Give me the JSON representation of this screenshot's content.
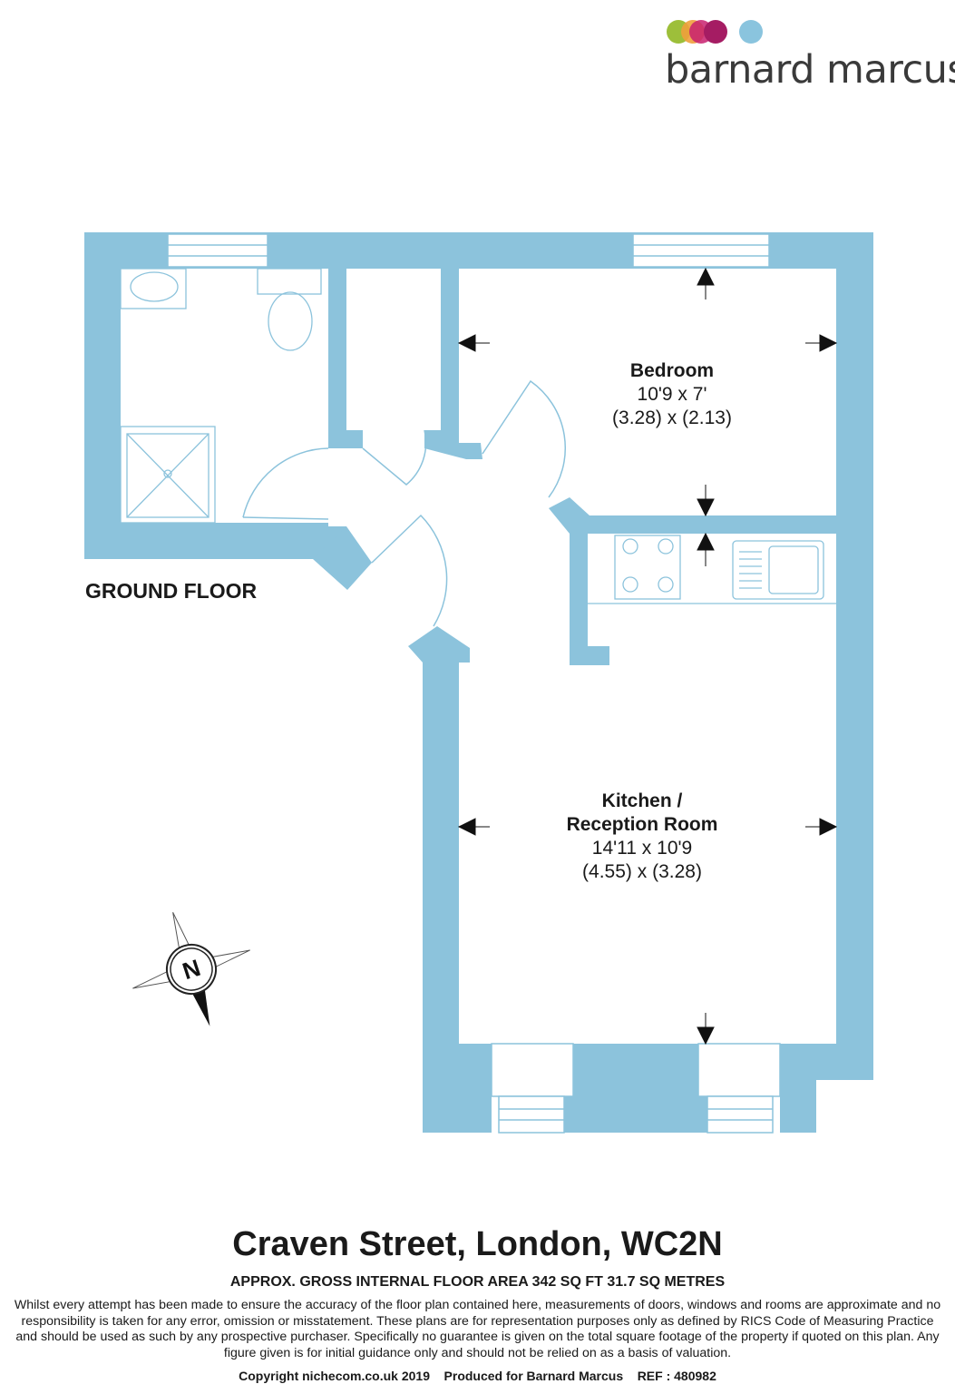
{
  "brand": {
    "name": "barnard marcus",
    "dot_colors": [
      "#9dbf3a",
      "#f0a03c",
      "#c8206e",
      "#a51c63",
      "#8ac4de"
    ]
  },
  "plan": {
    "floor_label": "GROUND FLOOR",
    "wall_color": "#8cc3dc",
    "rooms": [
      {
        "name": "Bedroom",
        "dim_imperial": "10'9 x 7'",
        "dim_metric": "(3.28) x (2.13)"
      },
      {
        "name_line1": "Kitchen /",
        "name_line2": "Reception Room",
        "dim_imperial": "14'11 x 10'9",
        "dim_metric": "(4.55) x (3.28)"
      }
    ],
    "compass_label": "N"
  },
  "property": {
    "address": "Craven Street, London, WC2N",
    "area": "APPROX. GROSS INTERNAL FLOOR AREA 342 SQ FT 31.7 SQ METRES",
    "disclaimer": "Whilst every attempt has been made to ensure the accuracy of the floor plan contained here, measurements of doors, windows and rooms are approximate and no responsibility is taken for any error, omission or misstatement. These plans are for representation purposes only as defined by RICS Code of Measuring Practice and should be used as such by any prospective purchaser.  Specifically no guarantee is given on the total square footage of the property if quoted on this plan. Any figure given is for initial guidance only and should not be relied on as a basis of valuation.",
    "footer": "Copyright nichecom.co.uk 2019    Produced for Barnard Marcus    REF : 480982"
  }
}
